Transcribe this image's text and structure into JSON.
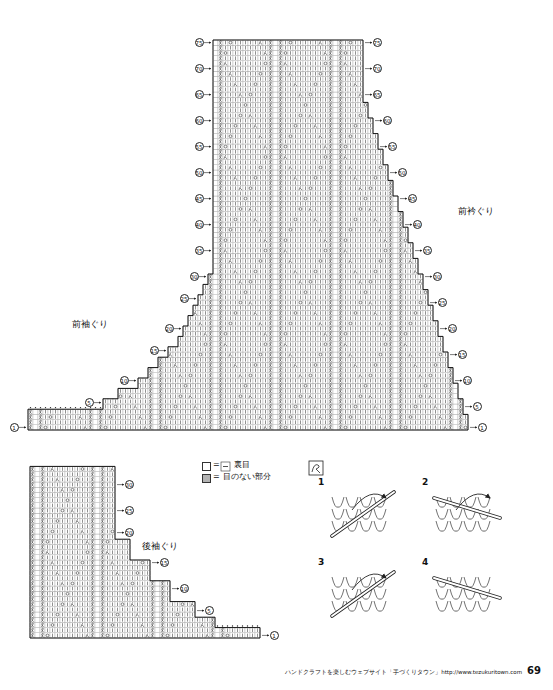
{
  "diagram": {
    "labels": [
      "75",
      "70",
      "65",
      "60",
      "55",
      "50",
      "45",
      "40",
      "35",
      "30",
      "25",
      "20",
      "15",
      "10",
      "5",
      "1",
      "75",
      "70",
      "65",
      "60",
      "55",
      "50",
      "45",
      "40",
      "35",
      "30",
      "25",
      "20",
      "15",
      "10",
      "5",
      "1",
      "30",
      "25",
      "20",
      "15",
      "10",
      "5",
      "1",
      "前袖ぐり",
      "前衿ぐり",
      "後袖ぐり",
      "=",
      "=",
      "1",
      "2",
      "3",
      "4",
      "ハンドクラフトを楽しむウェブサイト「手づくりタウン」http://www.tezukuritown.com",
      "69"
    ],
    "legend": [
      {
        "text": "裏目",
        "color": "#ffffff"
      },
      {
        "text": "目のない部分",
        "color": "#b3b3b3"
      }
    ]
  }
}
